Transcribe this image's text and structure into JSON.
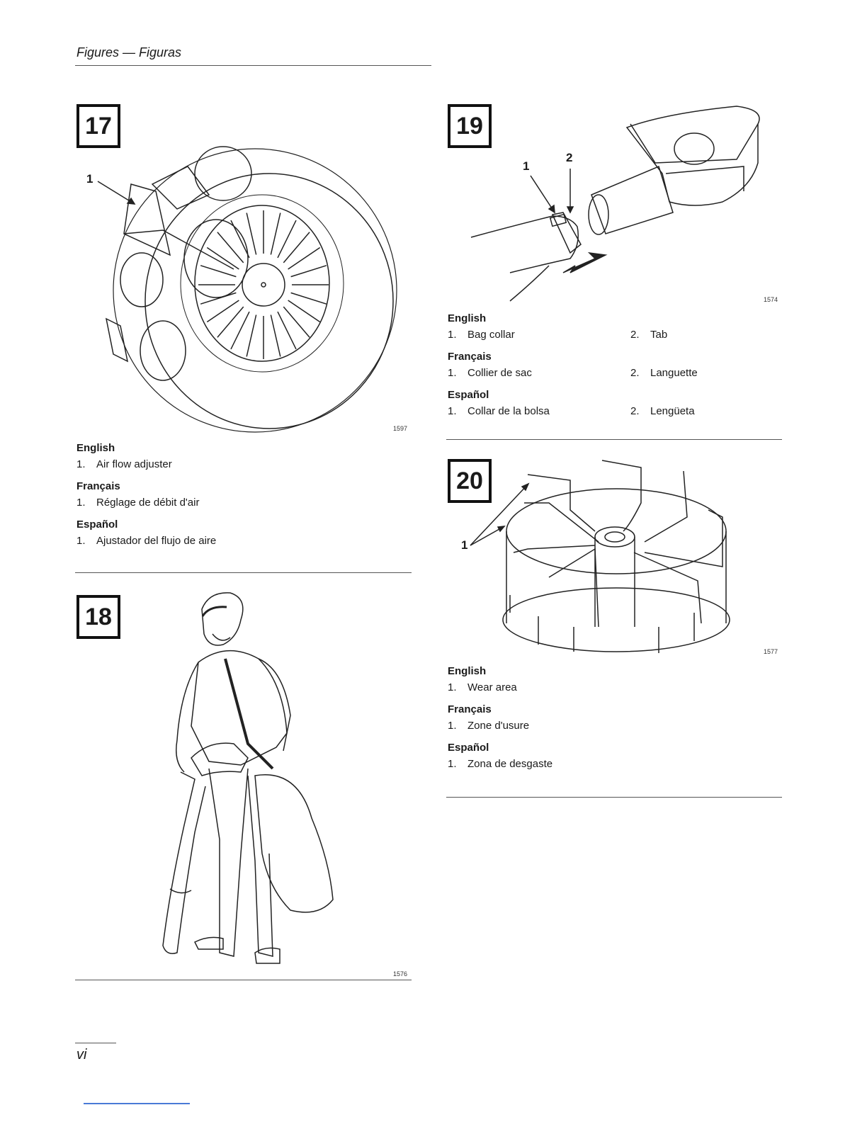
{
  "header": {
    "title": "Figures — Figuras"
  },
  "page_number": "vi",
  "figures": {
    "f17": {
      "number": "17",
      "image_id": "1597",
      "callouts": [
        "1"
      ],
      "legend": [
        {
          "lang": "English",
          "items": [
            {
              "n": "1.",
              "t": "Air flow adjuster"
            }
          ]
        },
        {
          "lang": "Français",
          "items": [
            {
              "n": "1.",
              "t": "Réglage de débit d'air"
            }
          ]
        },
        {
          "lang": "Español",
          "items": [
            {
              "n": "1.",
              "t": "Ajustador del flujo de aire"
            }
          ]
        }
      ]
    },
    "f18": {
      "number": "18",
      "image_id": "1576"
    },
    "f19": {
      "number": "19",
      "image_id": "1574",
      "callouts": [
        "1",
        "2"
      ],
      "legend": [
        {
          "lang": "English",
          "items": [
            {
              "n": "1.",
              "t": "Bag collar"
            },
            {
              "n": "2.",
              "t": "Tab"
            }
          ]
        },
        {
          "lang": "Français",
          "items": [
            {
              "n": "1.",
              "t": "Collier de sac"
            },
            {
              "n": "2.",
              "t": "Languette"
            }
          ]
        },
        {
          "lang": "Español",
          "items": [
            {
              "n": "1.",
              "t": "Collar de la bolsa"
            },
            {
              "n": "2.",
              "t": "Lengüeta"
            }
          ]
        }
      ]
    },
    "f20": {
      "number": "20",
      "image_id": "1577",
      "callouts": [
        "1"
      ],
      "legend": [
        {
          "lang": "English",
          "items": [
            {
              "n": "1.",
              "t": "Wear area"
            }
          ]
        },
        {
          "lang": "Français",
          "items": [
            {
              "n": "1.",
              "t": "Zone d'usure"
            }
          ]
        },
        {
          "lang": "Español",
          "items": [
            {
              "n": "1.",
              "t": "Zona de desgaste"
            }
          ]
        }
      ]
    }
  }
}
